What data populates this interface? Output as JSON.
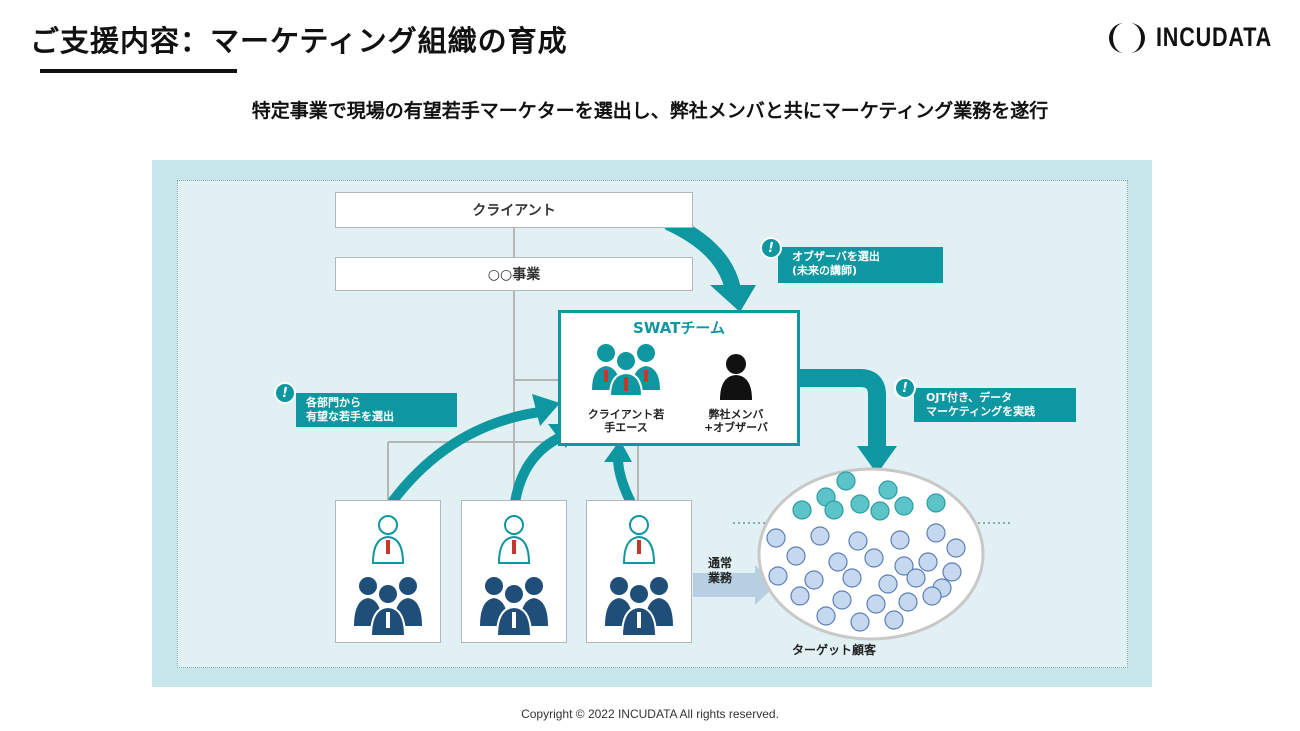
{
  "header": {
    "title": "ご支援内容：マーケティング組織の育成",
    "logo_text": "INCUDATA",
    "subtitle": "特定事業で現場の有望若手マーケターを選出し、弊社メンバと共にマーケティング業務を遂行"
  },
  "diagram": {
    "client_label": "クライアント",
    "business_label": "○○事業",
    "swat": {
      "title": "SWATチーム",
      "client_ace_line1": "クライアント若",
      "client_ace_line2": "手エース",
      "incudata_line1": "弊社メンバ",
      "incudata_line2": "+オブザーバ"
    },
    "callouts": {
      "observer": {
        "badge": "!",
        "line1": "オブザーバを選出",
        "line2": "(未来の講師)"
      },
      "select": {
        "badge": "!",
        "line1": "各部門から",
        "line2": "有望な若手を選出"
      },
      "ojt": {
        "badge": "!",
        "line1": "OJT付き、データ",
        "line2": "マーケティングを実践"
      }
    },
    "normal_work_line1": "通常",
    "normal_work_line2": "業務",
    "target_label": "ターゲット顧客",
    "colors": {
      "teal": "#0f97a1",
      "navy": "#1f4e79",
      "customer_fill": "#c5d8f0",
      "customer_active": "#5cc3c8"
    }
  },
  "footer": {
    "copyright": "Copyright © 2022 INCUDATA  All rights reserved."
  }
}
